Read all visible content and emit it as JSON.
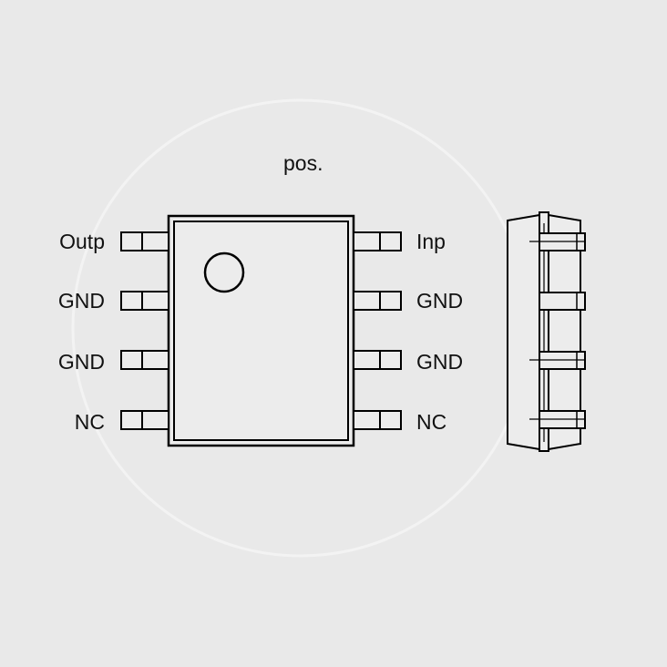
{
  "diagram": {
    "position_label": "pos.",
    "left_pins": [
      {
        "label": "Outp"
      },
      {
        "label": "GND"
      },
      {
        "label": "GND"
      },
      {
        "label": "NC"
      }
    ],
    "right_pins": [
      {
        "label": "Inp"
      },
      {
        "label": "GND"
      },
      {
        "label": "GND"
      },
      {
        "label": "NC"
      }
    ]
  },
  "colors": {
    "background": "#e9e9e9",
    "line": "#000000",
    "package_fill": "#ececec",
    "text": "#111111"
  }
}
